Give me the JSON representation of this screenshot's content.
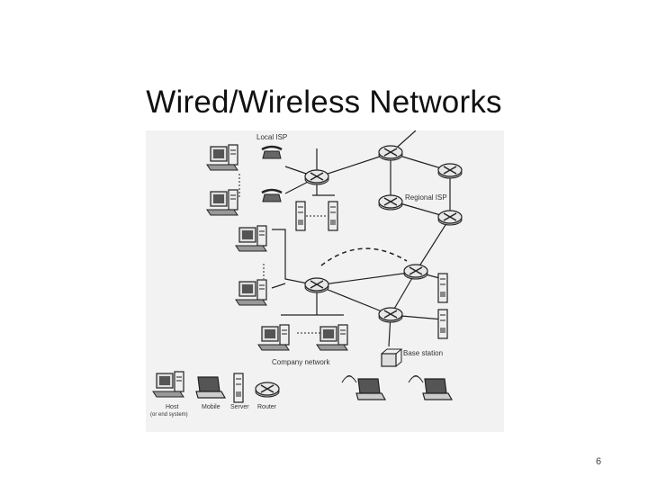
{
  "slide": {
    "title": "Wired/Wireless Networks",
    "page_number": "6"
  },
  "diagram": {
    "labels": {
      "local_isp": "Local ISP",
      "regional_isp": "Regional ISP",
      "company_network": "Company network",
      "base_station": "Base station"
    },
    "legend": {
      "host": "Host",
      "host_sub": "(or end system)",
      "mobile": "Mobile",
      "server": "Server",
      "router": "Router"
    },
    "colors": {
      "ink": "#222222",
      "background": "#f2f2f2"
    }
  }
}
